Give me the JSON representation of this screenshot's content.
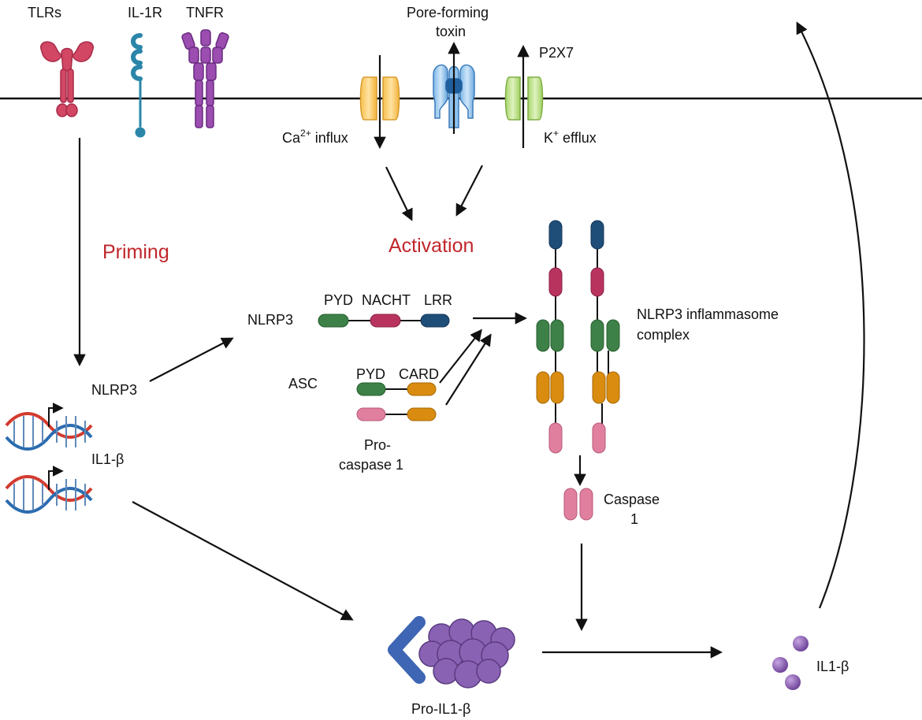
{
  "receptors": {
    "tlrs": "TLRs",
    "il1r": "IL-1R",
    "tnfr": "TNFR"
  },
  "channels": {
    "pore_forming_toxin_line1": "Pore-forming",
    "pore_forming_toxin_line2": "toxin",
    "p2x7": "P2X7",
    "ca_influx_prefix": "Ca",
    "ca_influx_sup": "2+",
    "ca_influx_suffix": " influx",
    "k_efflux_prefix": "K",
    "k_efflux_sup": "+",
    "k_efflux_suffix": " efflux"
  },
  "stages": {
    "priming": "Priming",
    "activation": "Activation"
  },
  "genes": {
    "nlrp3": "NLRP3",
    "il1b": "IL1-β"
  },
  "nlrp3_protein": {
    "label": "NLRP3",
    "domains": [
      "PYD",
      "NACHT",
      "LRR"
    ]
  },
  "asc": {
    "label": "ASC",
    "domains": [
      "PYD",
      "CARD"
    ]
  },
  "procaspase": {
    "line1": "Pro-",
    "line2": "caspase 1"
  },
  "inflammasome": {
    "line1": "NLRP3 inflammasome",
    "line2": "complex"
  },
  "caspase1": {
    "line1": "Caspase",
    "line2": "1"
  },
  "pro_il1b": "Pro-IL1-β",
  "il1b_mature": "IL1-β",
  "colors": {
    "pyd": "#3d8048",
    "nacht": "#b8345e",
    "lrr": "#1f4e79",
    "card": "#d98c10",
    "caspase": "#e07f9e",
    "stage_label": "#c0262b",
    "dna_red": "#d23b2f",
    "dna_blue": "#2b6cb0",
    "il1b_purple": "#7e5aa8"
  }
}
